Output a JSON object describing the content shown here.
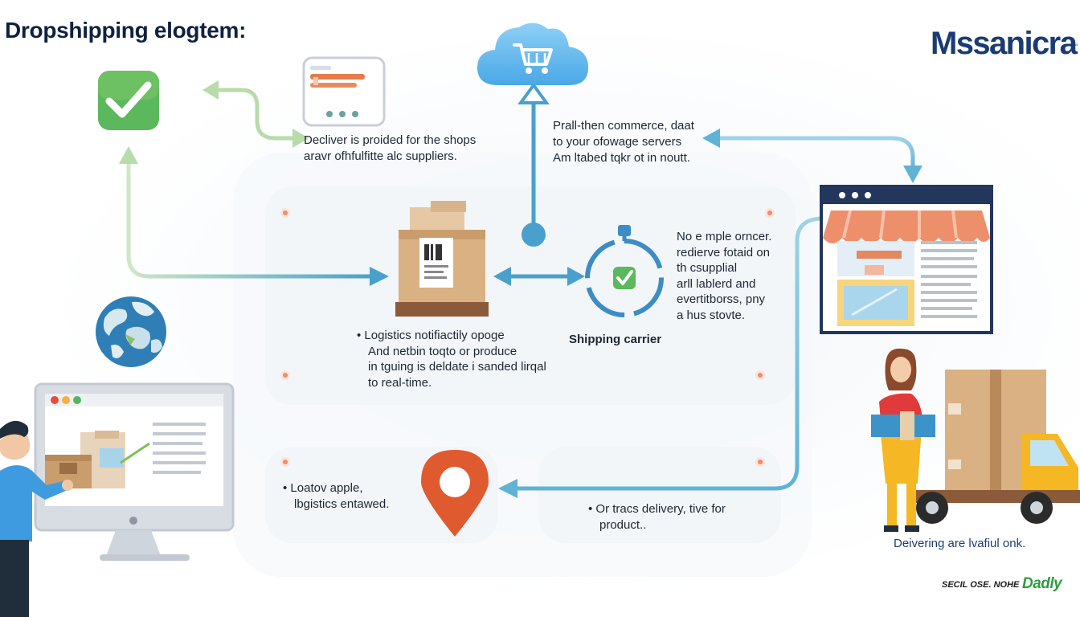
{
  "header": {
    "title": "Dropshipping elogtem:",
    "brand": "Mssanicra",
    "brand_mark": "™"
  },
  "nodes": {
    "checkmark": {
      "icon": "checkmark-icon"
    },
    "supplier_screen": {
      "icon": "order-list-icon"
    },
    "cloud": {
      "icon": "cloud-cart-icon"
    },
    "package": {
      "icon": "package-box-icon"
    },
    "carrier": {
      "icon": "carrier-check-icon",
      "label": "Shipping carrier"
    },
    "storefront": {
      "icon": "storefront-icon"
    },
    "globe": {
      "icon": "globe-icon"
    },
    "computer": {
      "icon": "computer-user-icon"
    },
    "location": {
      "icon": "location-pin-icon"
    },
    "delivery": {
      "icon": "delivery-person-truck-icon",
      "label": "Deivering are lvafiul onk."
    }
  },
  "texts": {
    "supplier_note": [
      "Decliver is proided for the shops",
      "aravr ofhfulfitte alc suppliers."
    ],
    "commerce_note": [
      "Prall-then commerce, daat",
      "to your ofowage servers",
      "Am ltabed tqkr ot in noutt."
    ],
    "order_note": [
      "No e mple orncer.",
      "redierve fotaid on",
      "th csupplial",
      "arll lablerd and",
      "evertitborss, pny",
      "a hus stovte."
    ],
    "logistics_note": [
      "• Logistics notifiactily opoge",
      "And netbin toqto or produce",
      "in tguing is deldate i sanded lirqal",
      "to real-time."
    ],
    "location_note": [
      "• Loatov apple,",
      "lbgistics entawed."
    ],
    "tracking_note": [
      "• Or tracs delivery, tive for",
      "product.."
    ]
  },
  "footer": {
    "left": "SECIL OSE. NOHE",
    "right": "Dadly"
  },
  "colors": {
    "title": "#0e2240",
    "brand": "#1b3b73",
    "arrow_green": "#b7dcaa",
    "arrow_blue": "#4aa0cc",
    "check_green": "#5cb85c",
    "pin_orange": "#e05a2f",
    "awning_orange": "#ee8f6c",
    "footer_green": "#2f9e3e"
  }
}
